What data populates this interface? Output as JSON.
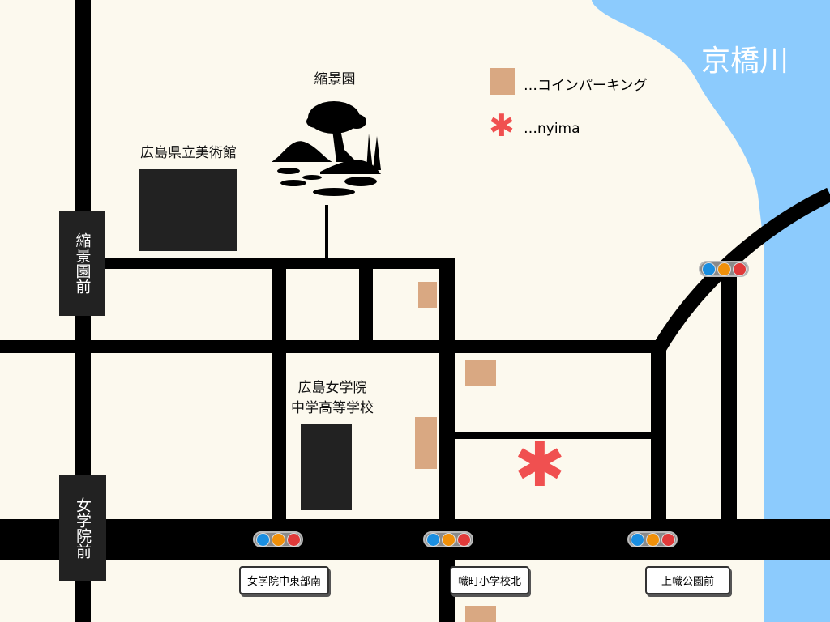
{
  "river": {
    "label": "京橋川",
    "color": "#8ccbfd"
  },
  "legend": {
    "parking_label": "…コインパーキング",
    "destination_label": "…nyima",
    "parking_color": "#d9a882",
    "destination_color": "#f05050"
  },
  "landmarks": {
    "garden": "縮景園",
    "museum": "広島県立美術館",
    "school_line1": "広島女学院",
    "school_line2": "中学高等学校"
  },
  "stations": [
    {
      "label": "縮景園前"
    },
    {
      "label": "女学院前"
    }
  ],
  "signals": [
    {
      "label": "女学院中東部南"
    },
    {
      "label": "幟町小学校北"
    },
    {
      "label": "上幟公園前"
    },
    {
      "label": ""
    }
  ],
  "icons": {
    "garden": "garden-tree-icon",
    "signal": "traffic-light-icon",
    "destination": "asterisk-icon"
  }
}
